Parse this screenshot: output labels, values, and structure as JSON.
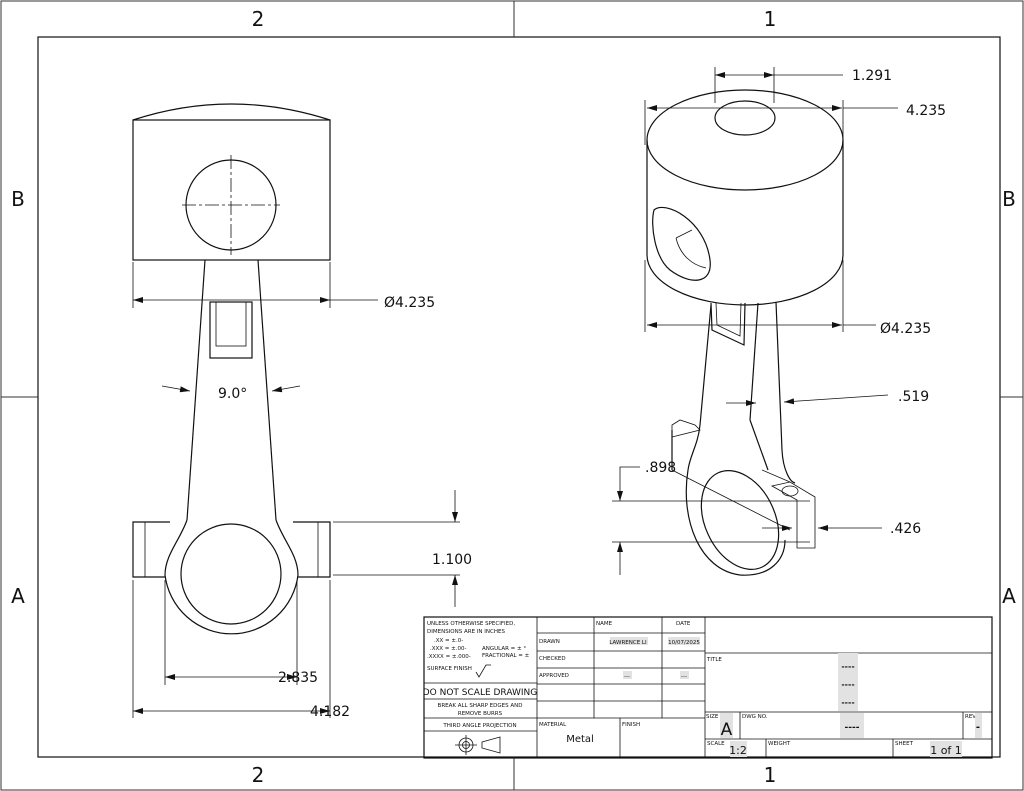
{
  "zones": {
    "top": [
      "2",
      "1"
    ],
    "bottom": [
      "2",
      "1"
    ],
    "left": [
      "B",
      "A"
    ],
    "right": [
      "B",
      "A"
    ]
  },
  "front_view": {
    "dims": {
      "diameter": "Ø4.235",
      "angle": "9.0°",
      "height": "1.100",
      "width_inner": "2.835",
      "width_overall": "4.182"
    }
  },
  "iso_view": {
    "dims": {
      "hole": "1.291",
      "top_width": "4.235",
      "diameter": "Ø4.235",
      "rod": ".519",
      "bolt_height": ".898",
      "boss": ".426"
    }
  },
  "title_block": {
    "notes": {
      "line1": "UNLESS OTHERWISE SPECIFIED,",
      "line2": "DIMENSIONS ARE IN INCHES",
      "tol_xx": ".XX = ±.0-",
      "tol_xxx": ".XXX = ±.00-",
      "tol_xxxx": ".XXXX = ±.000-",
      "angular": "ANGULAR = ± °",
      "fractional": "FRACTIONAL = ±",
      "surface": "SURFACE FINISH"
    },
    "do_not_scale": "DO NOT SCALE DRAWING",
    "break_edges_1": "BREAK ALL SHARP EDGES AND",
    "break_edges_2": "REMOVE BURRS",
    "projection": "THIRD ANGLE PROJECTION",
    "col_name": "NAME",
    "col_date": "DATE",
    "drawn_label": "DRAWN",
    "drawn_name": "LAWRENCE LI",
    "drawn_date": "10/07/2025",
    "checked_label": "CHECKED",
    "approved_label": "APPROVED",
    "approved_name": "---",
    "approved_date": "---",
    "material_label": "MATERIAL",
    "material": "Metal",
    "finish_label": "FINISH",
    "title_label": "TITLE",
    "title_lines": [
      "----",
      "----",
      "----"
    ],
    "size_label": "SIZE",
    "size": "A",
    "dwg_label": "DWG NO.",
    "dwg_no": "----",
    "rev_label": "REV.",
    "rev": "-",
    "scale_label": "SCALE",
    "scale": "1:2",
    "weight_label": "WEIGHT",
    "sheet_label": "SHEET",
    "sheet": "1 of 1"
  }
}
